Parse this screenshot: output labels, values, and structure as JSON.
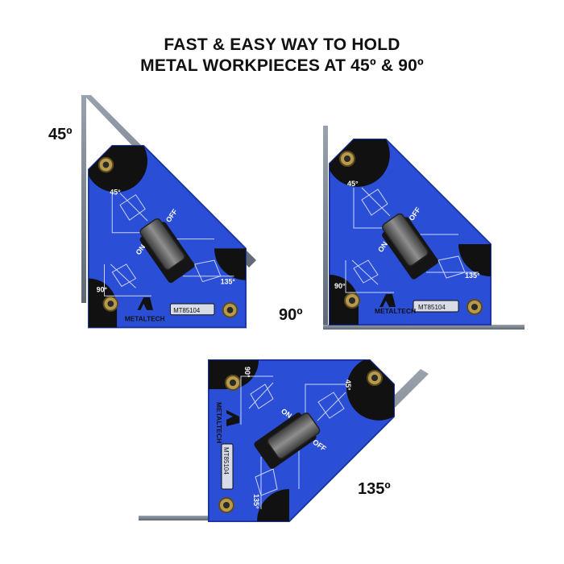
{
  "headline": {
    "line1": "FAST & EASY WAY TO HOLD",
    "line2": "METAL WORKPIECES AT 45º & 90º"
  },
  "angle_labels": {
    "a45": "45º",
    "a90": "90º",
    "a135": "135º"
  },
  "magnet": {
    "brand": "METALTECH",
    "model": "MT85104",
    "marks": {
      "m45": "45°",
      "m90": "90°",
      "m135": "135°",
      "on": "ON",
      "off": "OFF"
    }
  },
  "colors": {
    "body_blue": "#2a4fd6",
    "corner_black": "#111111",
    "steel": "#7d8694",
    "brass": "#b89a4a"
  }
}
